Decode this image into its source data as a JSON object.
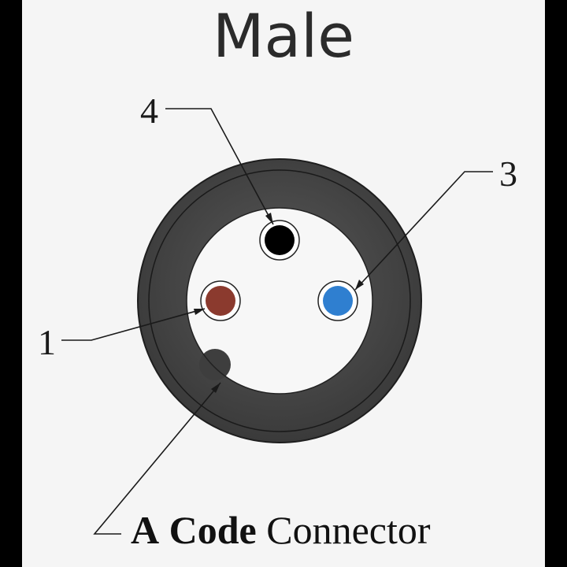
{
  "title": "Male",
  "pins": [
    {
      "label": "1",
      "color": "#8b3a2e",
      "wire": "brown"
    },
    {
      "label": "3",
      "color": "#2f7fd0",
      "wire": "blue"
    },
    {
      "label": "4",
      "color": "#000000",
      "wire": "black"
    }
  ],
  "caption": {
    "part1": "A",
    "part2": "Code",
    "part3": "Connector"
  },
  "colors": {
    "background": "#f5f5f5",
    "shell": "#4a4a4a",
    "face": "#f7f7f7"
  }
}
